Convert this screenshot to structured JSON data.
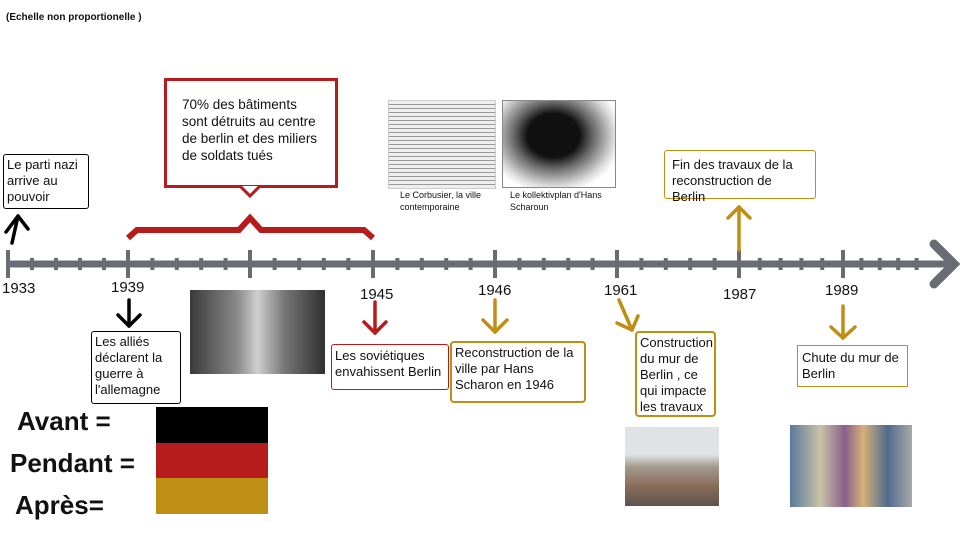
{
  "note": "(Echelle non proportionelle )",
  "colors": {
    "axis": "#6b6c73",
    "red": "#b71c1c",
    "gold": "#bf8e14",
    "black": "#000000"
  },
  "years": [
    "1933",
    "1939",
    "1945",
    "1946",
    "1961",
    "1987",
    "1989"
  ],
  "events": {
    "nazi": "Le parti nazi arrive au pouvoir",
    "destruction": "70% des bâtiments sont détruits au centre de berlin et des miliers de soldats tués",
    "allies": "Les alliés déclarent la guerre à l'allemagne",
    "soviets": "Les soviétiques envahissent Berlin",
    "reconstruction": "Reconstruction de la ville par Hans Scharon en 1946",
    "wall_build": "Construction du mur de Berlin , ce qui impacte les travaux",
    "end_works": "Fin des travaux de la reconstruction de Berlin",
    "wall_fall": "Chute du mur de Berlin"
  },
  "captions": {
    "corbusier": "Le Corbusier, la ville contemporaine",
    "scharoun": "Le kollektivplan d'Hans Scharoun"
  },
  "legend": {
    "before": "Avant =",
    "during": "Pendant =",
    "after": "Après="
  }
}
